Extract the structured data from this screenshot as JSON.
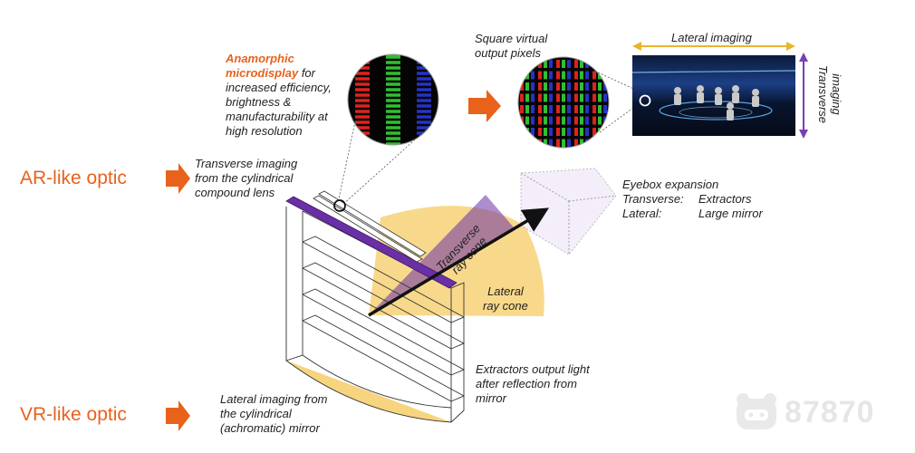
{
  "labels": {
    "ar_optic": "AR-like optic",
    "vr_optic": "VR-like optic",
    "anamorphic_highlight": "Anamorphic microdisplay",
    "anamorphic_rest": " for increased efficiency, brightness & manufacturability at high resolution",
    "square_pixels": "Square virtual output pixels",
    "lateral_imaging_top": "Lateral imaging",
    "transverse_imaging_side": "Transverse imaging",
    "transverse_cyl": "Transverse imaging from the cylindrical compound lens",
    "eyebox_title": "Eyebox expansion",
    "eyebox_transverse_key": "Transverse:",
    "eyebox_transverse_val": "Extractors",
    "eyebox_lateral_key": "Lateral:",
    "eyebox_lateral_val": "Large mirror",
    "transverse_cone_1": "Transverse",
    "transverse_cone_2": "ray cone",
    "lateral_cone_1": "Lateral",
    "lateral_cone_2": "ray cone",
    "extractors_output": "Extractors output light after reflection from mirror",
    "lateral_mirror": "Lateral imaging from the cylindrical (achromatic) mirror"
  },
  "watermark": "87870",
  "colors": {
    "accent": "#e8621c",
    "purple": "#6a2fa6",
    "cone_yellow": "#f7d57e",
    "lateral_arrow": "#e8b62b",
    "transverse_arrow": "#7a3fb5",
    "pixel_red": "#e0221c",
    "pixel_green": "#2fc02f",
    "pixel_blue": "#2433c8"
  }
}
